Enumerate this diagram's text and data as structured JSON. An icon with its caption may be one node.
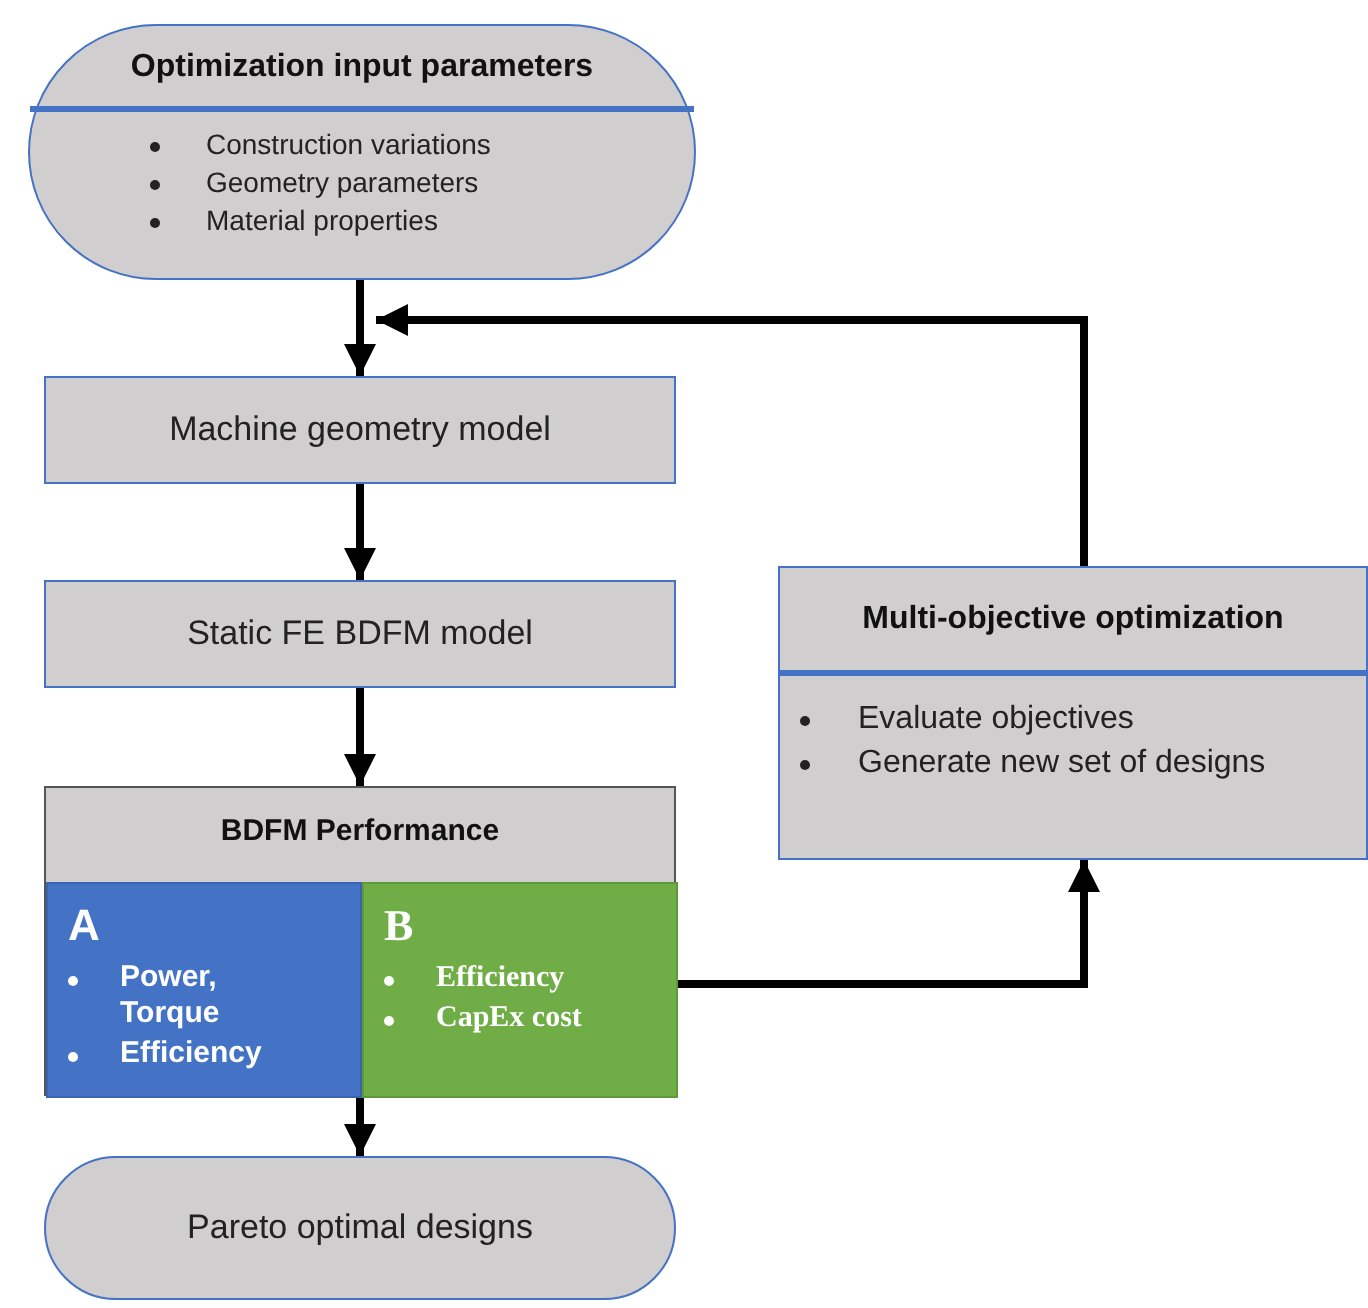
{
  "diagram": {
    "nodes": [
      {
        "text": [
          "Optimization input parameters",
          "Construction variations",
          "Geometry parameters",
          "Material properties"
        ]
      },
      {
        "text": [
          "Machine geometry model"
        ]
      },
      {
        "text": [
          "Static FE BDFM model"
        ]
      },
      {
        "text": [
          "BDFM Performance"
        ]
      },
      {
        "text": [
          "A",
          "Power, Torque",
          "Efficiency"
        ],
        "in": 3
      },
      {
        "text": [
          "B",
          "Efficiency",
          "CapEx cost"
        ],
        "in": 3
      },
      {
        "text": [
          "Multi-objective optimization",
          "Evaluate objectives",
          "Generate new set of designs"
        ]
      },
      {
        "text": [
          "Pareto optimal designs"
        ]
      }
    ],
    "edges": [
      {
        "from": 0,
        "to": 1,
        "arrow": "to"
      },
      {
        "from": 1,
        "to": 2,
        "arrow": "to"
      },
      {
        "from": 2,
        "to": 3,
        "arrow": "to"
      },
      {
        "from": 3,
        "to": 7,
        "arrow": "to"
      },
      {
        "from": 5,
        "to": 6,
        "arrow": "to"
      },
      {
        "from": 6,
        "to": 1,
        "arrow": "to"
      }
    ]
  }
}
